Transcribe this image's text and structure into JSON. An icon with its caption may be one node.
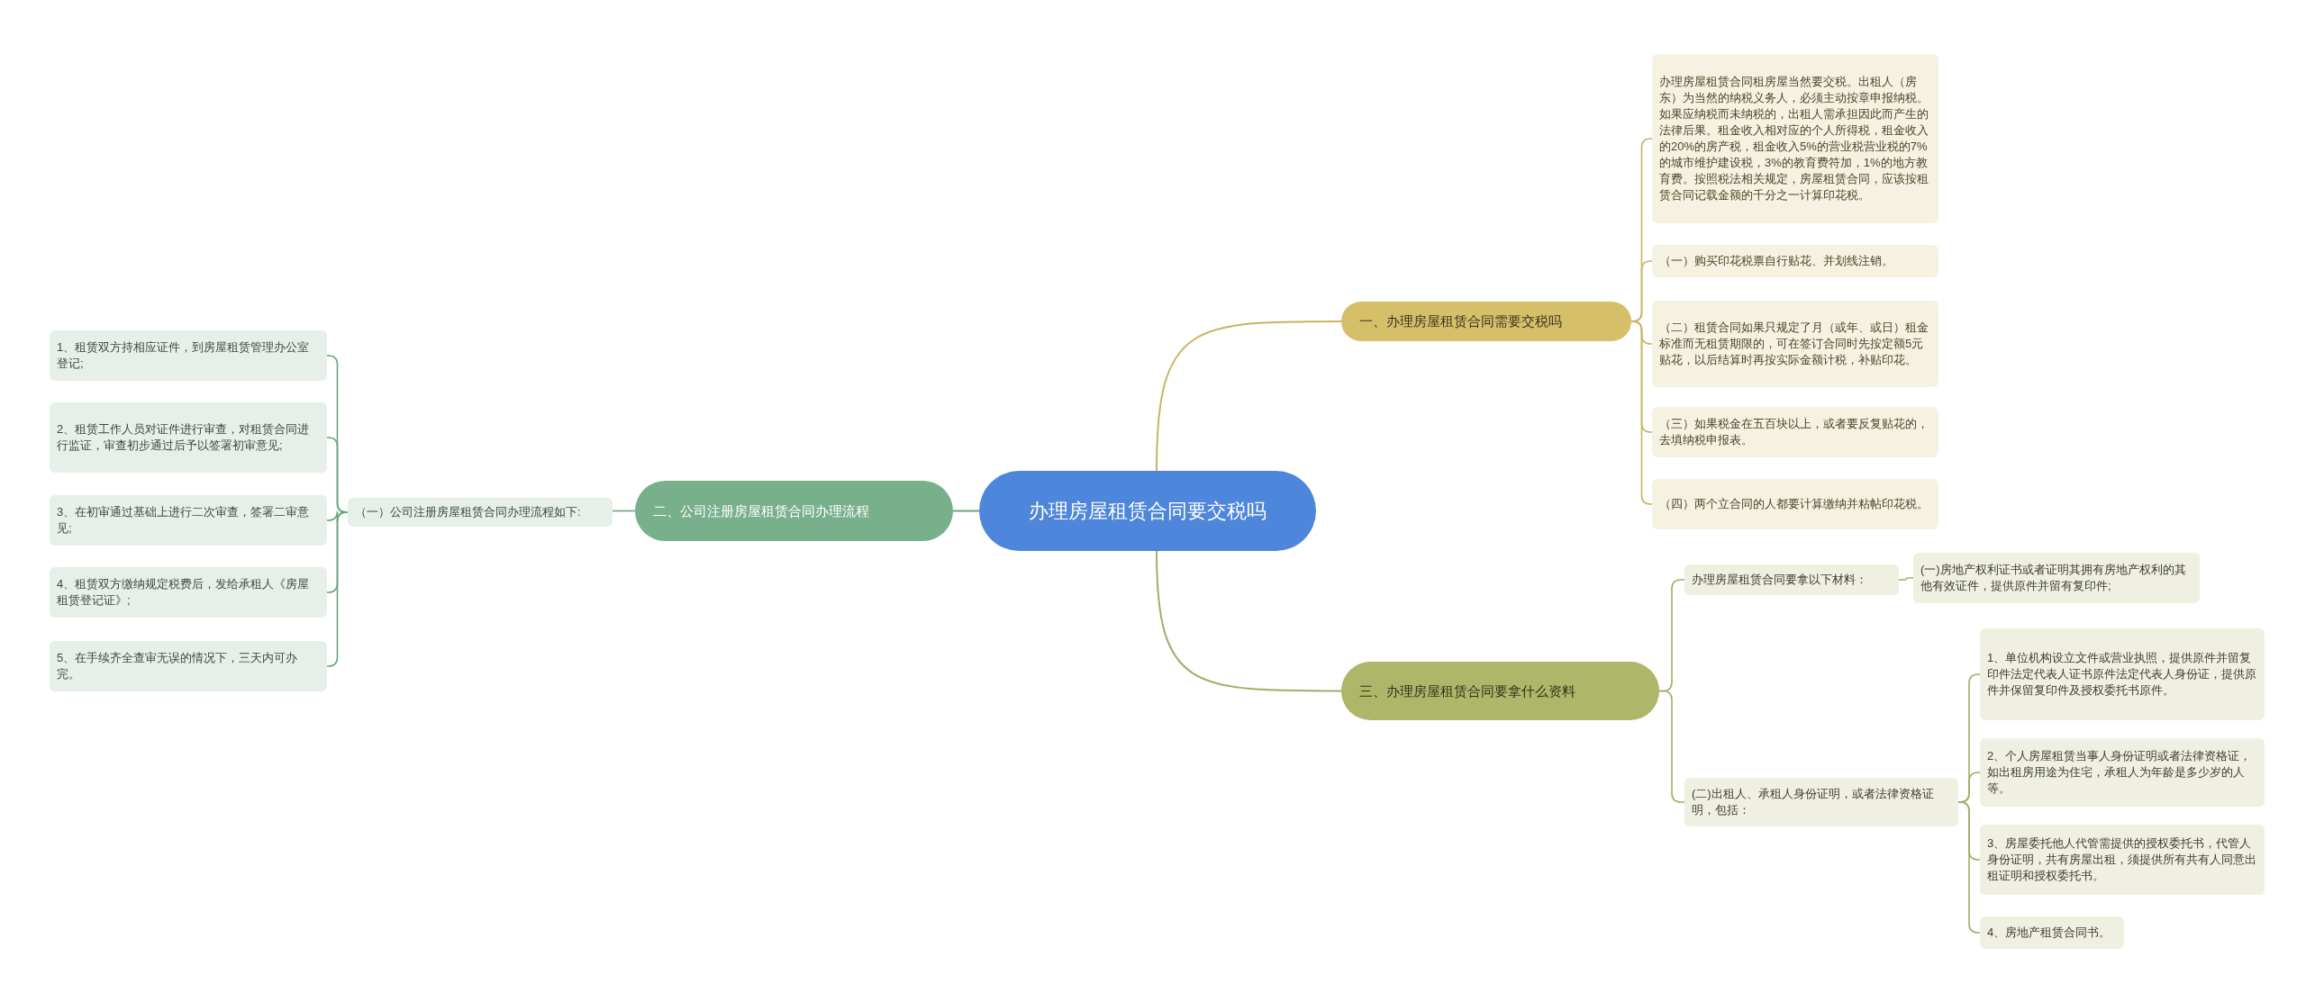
{
  "diagram": {
    "nodes": [
      {
        "text": [
          "办理房屋租赁合同要交税吗"
        ]
      },
      {
        "text": [
          "一、办理房屋租赁合同需要交税吗"
        ]
      },
      {
        "text": [
          "办理房屋租赁合同租房屋当然要交税。出租人（房东）为当然的纳税义务人，必须主动按章申报纳税。如果应纳税而未纳税的，出租人需承担因此而产生的法律后果。租金收入相对应的个人所得税，租金收入的20%的房产税，租金收入5%的营业税营业税的7%的城市维护建设税，3%的教育费符加，1%的地方教育费。按照税法相关规定，房屋租赁合同，应该按租赁合同记载金额的千分之一计算印花税。"
        ]
      },
      {
        "text": [
          "（一）购买印花税票自行贴花、并划线注销。"
        ]
      },
      {
        "text": [
          "（二）租赁合同如果只规定了月（或年、或日）租金标准而无租赁期限的，可在签订合同时先按定额5元贴花，以后结算时再按实际金额计税，补贴印花。"
        ]
      },
      {
        "text": [
          "（三）如果税金在五百块以上，或者要反复贴花的，去填纳税申报表。"
        ]
      },
      {
        "text": [
          "（四）两个立合同的人都要计算缴纳并粘帖印花税。"
        ]
      },
      {
        "text": [
          "二、公司注册房屋租赁合同办理流程"
        ]
      },
      {
        "text": [
          "（一）公司注册房屋租赁合同办理流程如下:"
        ]
      },
      {
        "text": [
          "1、租赁双方持相应证件，到房屋租赁管理办公室登记;"
        ]
      },
      {
        "text": [
          "2、租赁工作人员对证件进行审查，对租赁合同进行监证，审查初步通过后予以签署初审意见;"
        ]
      },
      {
        "text": [
          "3、在初审通过基础上进行二次审查，签署二审意见;"
        ]
      },
      {
        "text": [
          "4、租赁双方缴纳规定税费后，发给承租人《房屋租赁登记证》;"
        ]
      },
      {
        "text": [
          "5、在手续齐全查审无误的情况下，三天内可办完。"
        ]
      },
      {
        "text": [
          "三、办理房屋租赁合同要拿什么资料"
        ]
      },
      {
        "text": [
          "办理房屋租赁合同要拿以下材料："
        ]
      },
      {
        "text": [
          "(一)房地产权利证书或者证明其拥有房地产权利的其他有效证件，提供原件并留有复印件;"
        ]
      },
      {
        "text": [
          "(二)出租人、承租人身份证明，或者法律资格证明，包括："
        ]
      },
      {
        "text": [
          "1、单位机构设立文件或营业执照，提供原件并留复印件法定代表人证书原件法定代表人身份证，提供原件并保留复印件及授权委托书原件。"
        ]
      },
      {
        "text": [
          "2、个人房屋租赁当事人身份证明或者法律资格证，如出租房用途为住宅，承租人为年龄是多少岁的人等。"
        ]
      },
      {
        "text": [
          "3、房屋委托他人代管需提供的授权委托书，代管人身份证明，共有房屋出租，须提供所有共有人同意出租证明和授权委托书。"
        ]
      },
      {
        "text": [
          "4、房地产租赁合同书。"
        ]
      }
    ],
    "edges": [
      {
        "from": 0,
        "to": 1,
        "arrow": "none",
        "color": "#c9b463"
      },
      {
        "from": 1,
        "to": 2,
        "arrow": "none",
        "color": "#c9b463"
      },
      {
        "from": 1,
        "to": 3,
        "arrow": "none",
        "color": "#c9b463"
      },
      {
        "from": 1,
        "to": 4,
        "arrow": "none",
        "color": "#c9b463"
      },
      {
        "from": 1,
        "to": 5,
        "arrow": "none",
        "color": "#c9b463"
      },
      {
        "from": 1,
        "to": 6,
        "arrow": "none",
        "color": "#c9b463"
      },
      {
        "from": 0,
        "to": 7,
        "arrow": "none",
        "color": "#68a57f"
      },
      {
        "from": 7,
        "to": 8,
        "arrow": "none",
        "color": "#68a57f"
      },
      {
        "from": 8,
        "to": 9,
        "arrow": "none",
        "color": "#68a57f"
      },
      {
        "from": 8,
        "to": 10,
        "arrow": "none",
        "color": "#68a57f"
      },
      {
        "from": 8,
        "to": 11,
        "arrow": "none",
        "color": "#68a57f"
      },
      {
        "from": 8,
        "to": 12,
        "arrow": "none",
        "color": "#68a57f"
      },
      {
        "from": 8,
        "to": 13,
        "arrow": "none",
        "color": "#68a57f"
      },
      {
        "from": 0,
        "to": 14,
        "arrow": "none"
      },
      {
        "from": 14,
        "to": 15,
        "arrow": "none"
      },
      {
        "from": 14,
        "to": 17,
        "arrow": "none"
      },
      {
        "from": 15,
        "to": 16,
        "arrow": "none"
      },
      {
        "from": 17,
        "to": 18,
        "arrow": "none"
      },
      {
        "from": 17,
        "to": 19,
        "arrow": "none"
      },
      {
        "from": 17,
        "to": 20,
        "arrow": "none"
      },
      {
        "from": 17,
        "to": 21,
        "arrow": "none"
      }
    ]
  }
}
